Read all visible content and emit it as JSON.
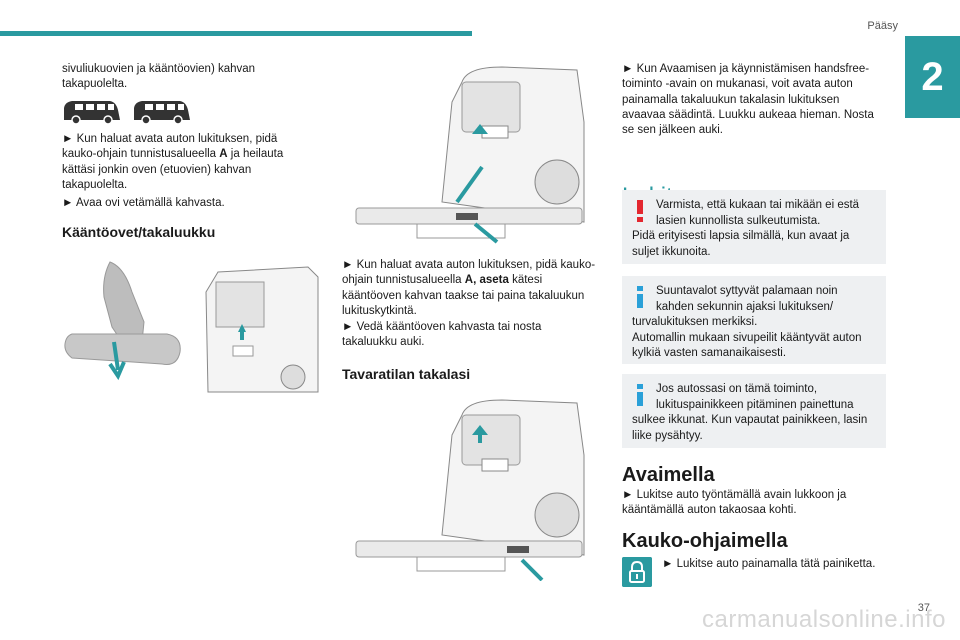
{
  "header": {
    "title": "Pääsy",
    "chapter": "2"
  },
  "left": {
    "p1": "sivuliukuovien ja kääntöovien) kahvan takapuolelta.",
    "p2": "► Kun haluat avata auton lukituksen, pidä kauko-ohjain tunnistusalueella",
    "p2_bold": "A",
    "p2_end": "ja heilauta kättäsi jonkin oven (etuovien) kahvan takapuolelta.",
    "p3": "► Avaa ovi vetämällä kahvasta.",
    "heading": "Kääntöovet/takaluukku"
  },
  "middle": {
    "p1_start": "► Kun haluat avata auton lukituksen, pidä kauko-ohjain tunnistusalueella",
    "p1_bold": "A, aseta",
    "p1_end": "kätesi kääntöoven kahvan taakse tai paina takaluukun lukituskytkintä.",
    "p2": "► Vedä kääntöoven kahvasta tai nosta takaluukku auki.",
    "heading": "Tavaratilan takalasi"
  },
  "right": {
    "p1": "► Kun Avaamisen ja käynnistämisen handsfree-toiminto -avain on mukanasi, voit avata auton painamalla takaluukun takalasin lukituksen avaavaa säädintä. Luukku aukeaa hieman. Nosta se sen jälkeen auki.",
    "heading_lukitus": "Lukitus",
    "note1_line1": "Varmista, että kukaan tai mikään ei estä lasien kunnollista sulkeutumista.",
    "note1_line2": "Pidä erityisesti lapsia silmällä, kun avaat ja suljet ikkunoita.",
    "note2_line1": "Suuntavalot syttyvät palamaan noin kahden sekunnin ajaksi lukituksen/",
    "note2_line2": "turvalukituksen merkiksi.",
    "note2_line3": "Automallin mukaan sivupeilit kääntyvät auton kylkiä vasten samanaikaisesti.",
    "note3_line1": "Jos autossasi on tämä toiminto, lukituspainikkeen pitäminen painettuna",
    "note3_line2": "sulkee ikkunat. Kun vapautat painikkeen, lasin liike pysähtyy.",
    "heading_avaimella": "Avaimella",
    "p_avaimella": "► Lukitse auto työntämällä avain lukkoon ja kääntämällä auton takaosaa kohti.",
    "heading_kauko": "Kauko-ohjaimella",
    "p_kauko": "► Lukitse auto painamalla tätä painiketta."
  },
  "footer": {
    "page": "37",
    "logo": "carmanualsonline.info"
  },
  "colors": {
    "accent": "#2a9aa0",
    "warning": "#e3262f",
    "info": "#2aa0d8"
  },
  "icons": {
    "van1": "van-side-icon",
    "van2": "van-side-icon",
    "warning": "exclamation-icon",
    "info": "info-icon",
    "lock": "padlock-icon"
  }
}
